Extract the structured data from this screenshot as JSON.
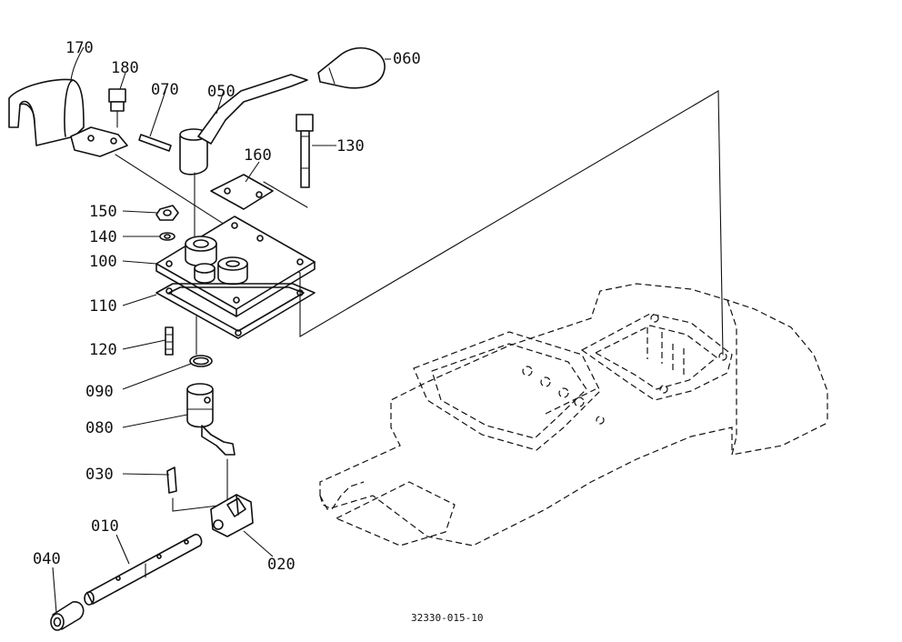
{
  "labels": {
    "p010": "010",
    "p020": "020",
    "p030": "030",
    "p040": "040",
    "p050": "050",
    "p060": "060",
    "p070": "070",
    "p080": "080",
    "p090": "090",
    "p100": "100",
    "p110": "110",
    "p120": "120",
    "p130": "130",
    "p140": "140",
    "p150": "150",
    "p160": "160",
    "p170": "170",
    "p180": "180"
  },
  "figure_code": "32330-015-10"
}
